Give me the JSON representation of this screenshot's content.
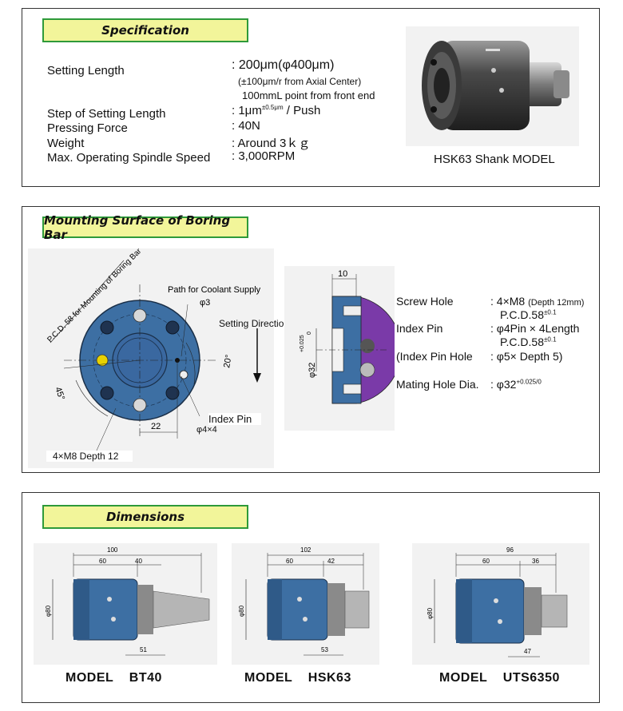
{
  "spec": {
    "title": "Specification",
    "rows": [
      {
        "label": "Setting Length",
        "value": ": 200μm(φ400μm)"
      },
      {
        "label": "",
        "value": "(±100μm/r  from Axial Center)"
      },
      {
        "label": "",
        "value": "100mmL point from front end"
      },
      {
        "label": "Step of Setting Length",
        "value": ": 1μm",
        "sup": "±0.5μm",
        "suffix": " / Push"
      },
      {
        "label": "Pressing Force",
        "value": ": 40N"
      },
      {
        "label": "Weight",
        "value": ": Around 3ｋｇ"
      },
      {
        "label": "Max. Operating Spindle Speed",
        "value": ": 3,000RPM"
      }
    ],
    "photo_caption": "HSK63 Shank MODEL"
  },
  "mount": {
    "title": "Mounting Surface of Boring Bar",
    "drawing": {
      "pcd_label": "P.C.D. 58 for Mounting of Boring Bar",
      "coolant_label": "Path for Coolant Supply",
      "coolant_dia": "φ3",
      "setting_direction": "Setting Direction",
      "angle_45": "45°",
      "angle_20": "20°",
      "dim_22": "22",
      "index_pin": "Index Pin",
      "index_pin_dia": "φ4×4",
      "screw_callout": "4×M8 Depth 12",
      "dim_10": "10",
      "dia_32": "φ32",
      "tol_upper": "+0.025",
      "tol_lower": "0"
    },
    "specs": [
      {
        "label": "Screw Hole",
        "value": ": 4×M8",
        "note": "(Depth 12mm)"
      },
      {
        "label": "",
        "value": "P.C.D.58",
        "sup": "±0.1"
      },
      {
        "label": "Index Pin",
        "value": ": φ4Pin × 4Length"
      },
      {
        "label": "",
        "value": "P.C.D.58",
        "sup": "±0.1"
      },
      {
        "label": "(Index Pin Hole",
        "value": ": φ5× Depth 5)"
      },
      {
        "label": "Mating Hole Dia.",
        "value": ": φ32",
        "sup": "+0.025/0"
      }
    ]
  },
  "dims": {
    "title": "Dimensions",
    "models": [
      {
        "label": "MODEL    BT40",
        "overall": "100",
        "front": "60",
        "rear": "40",
        "dia": "φ80",
        "bottom": "51"
      },
      {
        "label": "MODEL    HSK63",
        "overall": "102",
        "front": "60",
        "rear": "42",
        "dia": "φ80",
        "bottom": "53"
      },
      {
        "label": "MODEL    UTS6350",
        "overall": "96",
        "front": "60",
        "rear": "36",
        "dia": "φ80",
        "bottom": "47"
      }
    ]
  },
  "colors": {
    "tag_bg": "#f2f59a",
    "tag_border": "#2e9a3a",
    "body_blue": "#3d6fa3",
    "metal": "#6f6f6f"
  }
}
